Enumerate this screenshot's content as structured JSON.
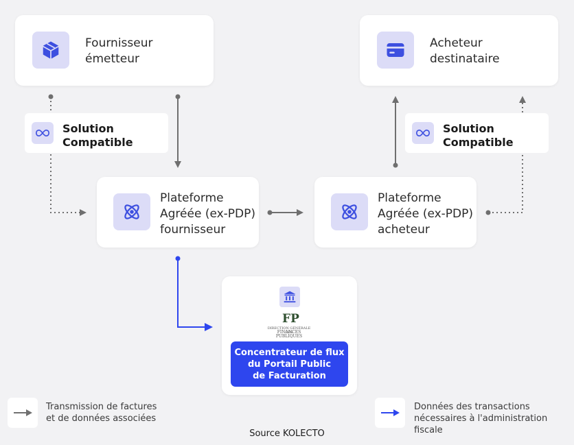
{
  "nodes": {
    "fournisseur": {
      "title": "Fournisseur\németteur",
      "icon": "cube-icon"
    },
    "acheteur": {
      "title": "Acheteur\ndestinataire",
      "icon": "card-icon"
    },
    "solution_left": {
      "title": "Solution\nCompatible",
      "icon": "infinity-icon"
    },
    "solution_right": {
      "title": "Solution\nCompatible",
      "icon": "infinity-icon"
    },
    "pa_fournisseur": {
      "title": "Plateforme\nAgréée (ex-PDP)\nfournisseur",
      "icon": "atom-icon"
    },
    "pa_acheteur": {
      "title": "Plateforme\nAgréée (ex-PDP)\nacheteur",
      "icon": "atom-icon"
    },
    "ppf": {
      "title": "Concentrateur de flux\ndu Portail Public\nde Facturation",
      "icon": "bank-icon",
      "logo": {
        "letters": "FP",
        "line1": "DIRECTION GÉNÉRALE DES",
        "line2": "FINANCES PUBLIQUES"
      }
    }
  },
  "legend": {
    "grey": {
      "text": "Transmission de factures\net de données associées",
      "color": "#707070"
    },
    "blue": {
      "text": "Données des transactions\nnécessaires à l'administration fiscale",
      "color": "#2e46ee"
    }
  },
  "source": "Source KOLECTO",
  "colors": {
    "accent": "#2e46ee",
    "icon_bg": "#dcdcf7",
    "icon_fg": "#3d4fe0",
    "connector": "#6f6f6f"
  }
}
